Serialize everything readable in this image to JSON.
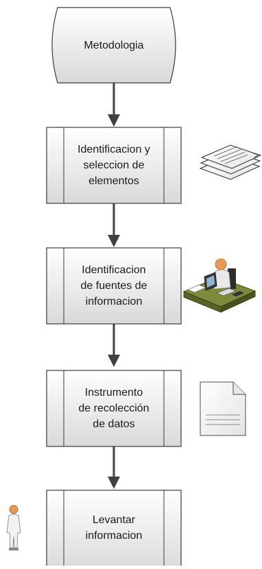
{
  "diagram": {
    "nodes": [
      {
        "id": "metodologia",
        "label": "Metodologia",
        "shape": "terminator"
      },
      {
        "id": "identificacion-seleccion",
        "label": "Identificacion y\nseleccion de\nelementos",
        "shape": "predefined-process",
        "icon": "documents-stack-icon"
      },
      {
        "id": "identificacion-fuentes",
        "label": "Identificacion\nde fuentes de\ninformacion",
        "shape": "predefined-process",
        "icon": "person-at-computer-desk-icon"
      },
      {
        "id": "instrumento",
        "label": "Instrumento\nde recolección\nde datos",
        "shape": "predefined-process",
        "icon": "document-page-icon"
      },
      {
        "id": "levantar",
        "label": "Levantar\ninformacion",
        "shape": "predefined-process",
        "icon": "standing-person-icon"
      }
    ],
    "edges": [
      {
        "from": "metodologia",
        "to": "identificacion-seleccion"
      },
      {
        "from": "identificacion-seleccion",
        "to": "identificacion-fuentes"
      },
      {
        "from": "identificacion-fuentes",
        "to": "instrumento"
      },
      {
        "from": "instrumento",
        "to": "levantar"
      }
    ],
    "colors": {
      "box_fill_top": "#ffffff",
      "box_fill_bottom": "#dcdcdc",
      "box_stroke": "#3a3a3a",
      "arrow": "#404040",
      "text": "#1a1a1a"
    }
  }
}
